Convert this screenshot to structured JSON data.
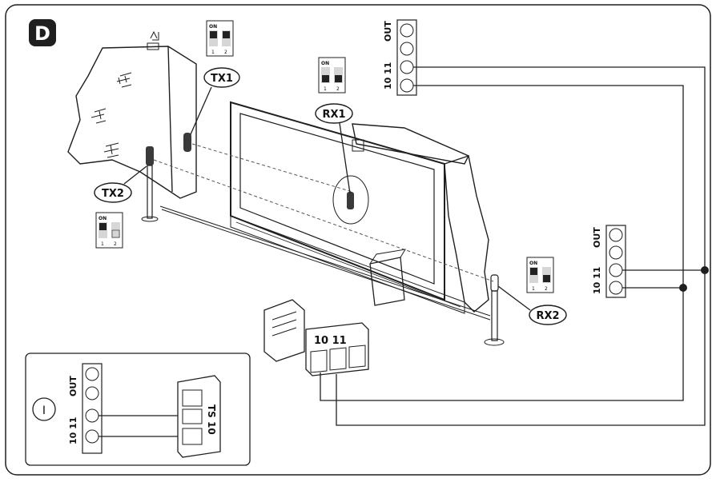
{
  "figure": {
    "panel_letter": "D",
    "callouts": {
      "tx1": "TX1",
      "tx2": "TX2",
      "rx1": "RX1",
      "rx2": "RX2"
    },
    "dip_switch": {
      "on_label": "ON",
      "positions": [
        "1",
        "2"
      ]
    },
    "terminal_block": {
      "out_label": "OUT",
      "numbers_label": "10 11"
    },
    "control_unit_terminal": {
      "numbers_label": "10 11"
    },
    "inset": {
      "symbol": "I",
      "out_label": "OUT",
      "numbers_label": "10 11",
      "ts_label": "TS 10"
    },
    "colors": {
      "ink": "#1f1f1f",
      "terminal_gray": "#8a8a8a",
      "glass": "#f1f1f1"
    }
  }
}
